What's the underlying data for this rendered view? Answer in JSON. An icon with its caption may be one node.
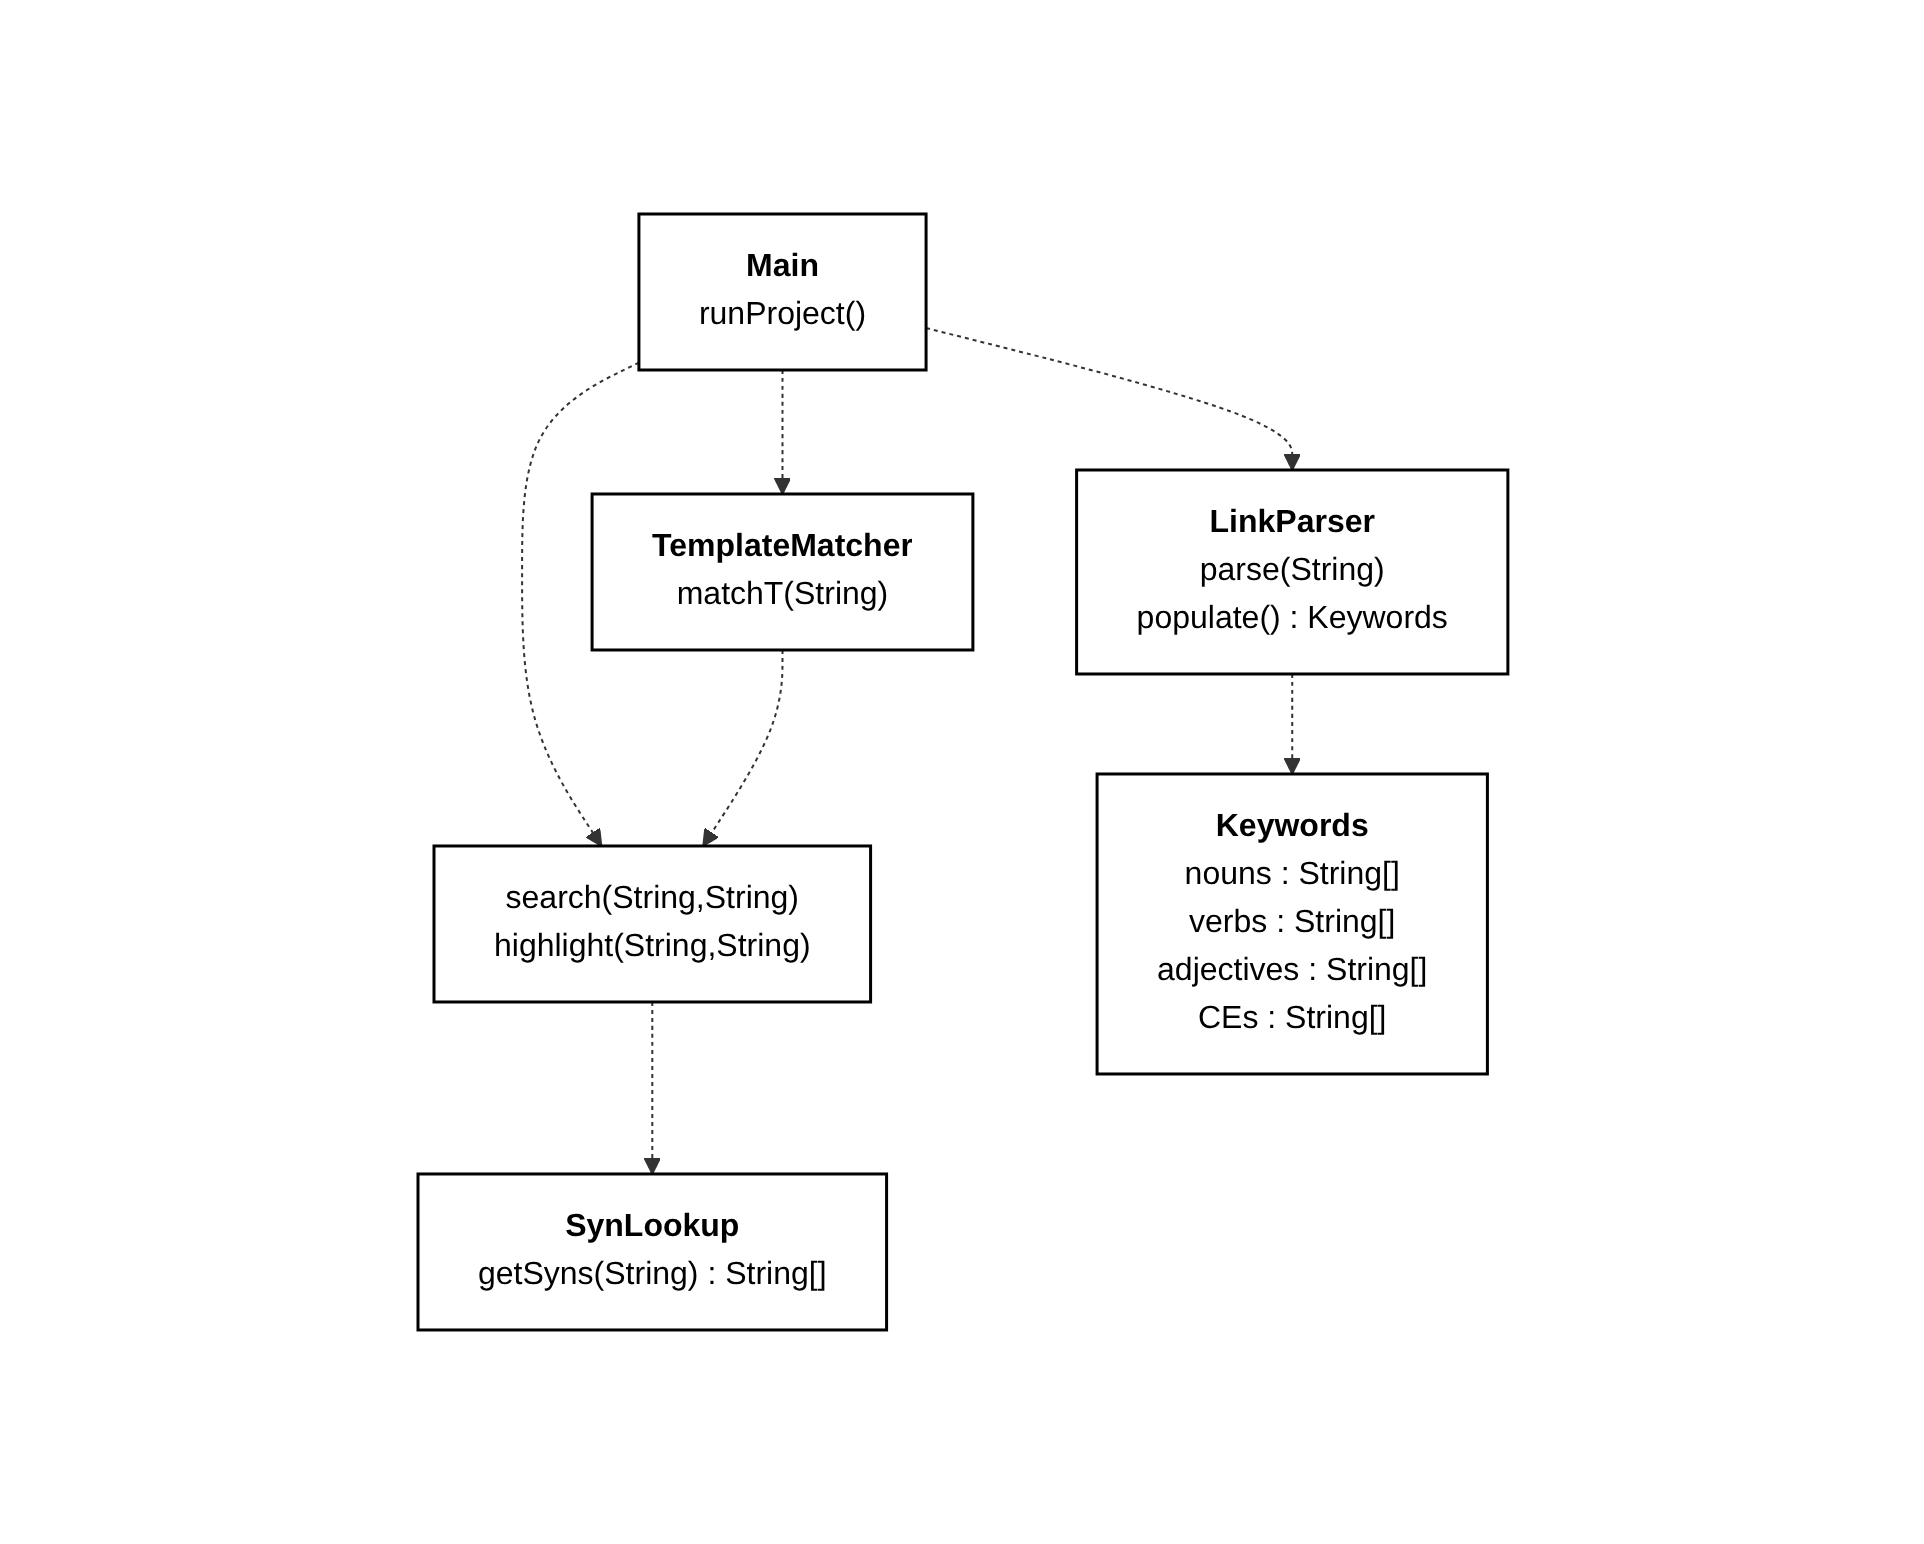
{
  "diagram": {
    "nodes": [
      {
        "text": [
          "Main",
          "runProject()"
        ]
      },
      {
        "text": [
          "TemplateMatcher",
          "matchT(String)"
        ]
      },
      {
        "text": [
          "LinkParser",
          "parse(String)",
          "populate() : Keywords"
        ]
      },
      {
        "text": [
          "search(String,String)",
          "highlight(String,String)"
        ]
      },
      {
        "text": [
          "Keywords",
          "nouns : String[]",
          "verbs : String[]",
          "adjectives : String[]",
          "CEs : String[]"
        ]
      },
      {
        "text": [
          "SynLookup",
          "getSyns(String) : String[]"
        ]
      }
    ],
    "edges": [
      {
        "from": 0,
        "to": 1,
        "arrow": "to",
        "style": "dashed"
      },
      {
        "from": 0,
        "to": 2,
        "arrow": "to",
        "style": "dashed"
      },
      {
        "from": 0,
        "to": 3,
        "arrow": "to",
        "style": "dashed"
      },
      {
        "from": 1,
        "to": 3,
        "arrow": "to",
        "style": "dashed"
      },
      {
        "from": 2,
        "to": 4,
        "arrow": "to",
        "style": "dashed"
      },
      {
        "from": 3,
        "to": 5,
        "arrow": "to",
        "style": "dashed"
      }
    ]
  }
}
